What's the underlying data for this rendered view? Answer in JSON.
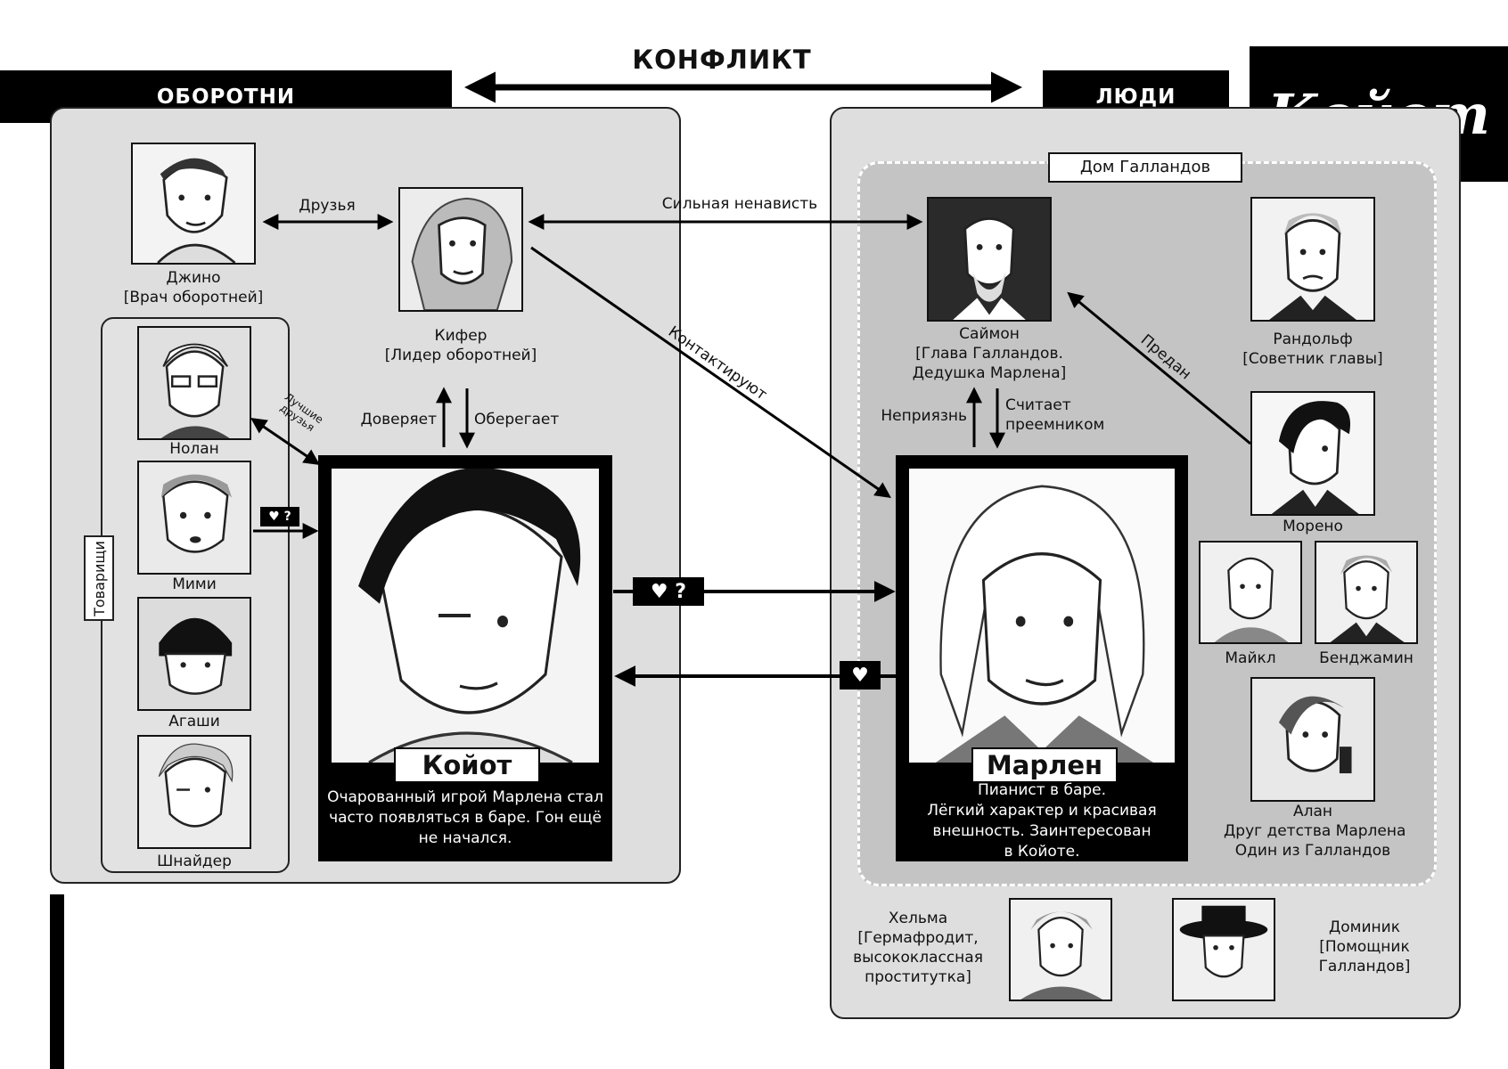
{
  "header": {
    "werewolves": "ОБОРОТНИ",
    "conflict": "КОНФЛИКТ",
    "humans": "ЛЮДИ",
    "logo": "Койот"
  },
  "gallandi_house": "Дом Галландов",
  "characters": {
    "gino": {
      "name": "Джино",
      "role": "[Врач оборотней]"
    },
    "kifer": {
      "name": "Кифер",
      "role": "[Лидер оборотней]"
    },
    "nolan": {
      "name": "Нолан"
    },
    "mimi": {
      "name": "Мими"
    },
    "agashi": {
      "name": "Агаши"
    },
    "schneider": {
      "name": "Шнайдер"
    },
    "coyote": {
      "name": "Койот",
      "desc": [
        "Очарованный игрой Марлена стал",
        "часто появляться в баре. Гон ещё",
        "не начался."
      ]
    },
    "marlene": {
      "name": "Марлен",
      "desc": [
        "Пианист в баре.",
        "Лёгкий характер и красивая",
        "внешность. Заинтересован",
        "в Койоте."
      ]
    },
    "simon": {
      "name": "Саймон",
      "role": [
        "[Глава Галландов.",
        "Дедушка Марлена]"
      ]
    },
    "randolph": {
      "name": "Рандольф",
      "role": "[Советник главы]"
    },
    "moreno": {
      "name": "Морено"
    },
    "michael": {
      "name": "Майкл"
    },
    "benjamin": {
      "name": "Бенджамин"
    },
    "alan": {
      "name": "Алан",
      "role": [
        "Друг детства Марлена",
        "Один из Галландов"
      ]
    },
    "helma": {
      "name": "Хельма",
      "role": [
        "[Гермафродит,",
        "высококлассная",
        "проститутка]"
      ]
    },
    "dominic": {
      "name": "Доминик",
      "role": [
        "[Помощник",
        "Галландов]"
      ]
    }
  },
  "comrades_label": "Товарищи",
  "relations": {
    "friends": "Друзья",
    "strong_hatred": "Сильная ненависть",
    "contact": "Контактируют",
    "betrayed": "Предан",
    "trusts": "Доверяет",
    "protects": "Оберегает",
    "dislike": "Неприязнь",
    "successor": [
      "Считает",
      "преемником"
    ],
    "best_friends": [
      "Лучшие",
      "друзья"
    ],
    "heart_q": "♥ ?",
    "heart": "♥"
  }
}
